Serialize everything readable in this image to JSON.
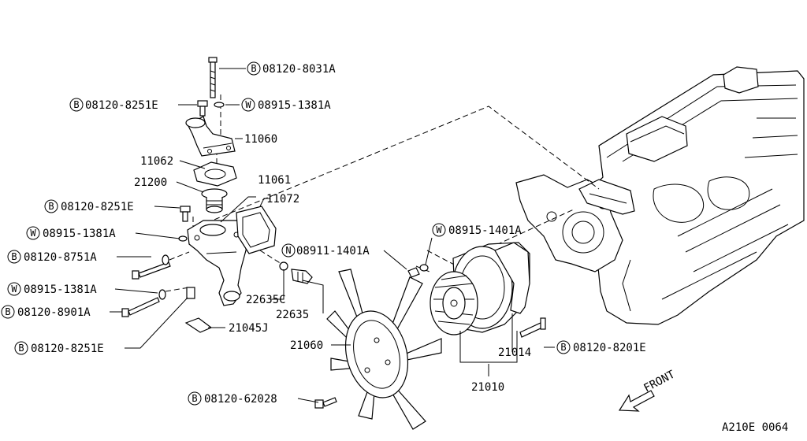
{
  "prefix_letters": {
    "bolt": "B",
    "washer": "W",
    "nut": "N"
  },
  "labels": {
    "p08120_8031A": "08120-8031A",
    "p08120_8251E_top": "08120-8251E",
    "p08915_1381A_top": "08915-1381A",
    "p11060": "11060",
    "p11062": "11062",
    "p21200": "21200",
    "p11061": "11061",
    "p11072": "11072",
    "p08120_8251E_mid": "08120-8251E",
    "p08915_1381A_mid": "08915-1381A",
    "p08120_8751A": "08120-8751A",
    "p08915_1381A_low": "08915-1381A",
    "p08120_8901A": "08120-8901A",
    "p22635C": "22635C",
    "p22635": "22635",
    "p21045J": "21045J",
    "p08120_8251E_low": "08120-8251E",
    "p08911_1401A": "08911-1401A",
    "p08915_1401A": "08915-1401A",
    "p21014": "21014",
    "p08120_8201E": "08120-8201E",
    "p21060": "21060",
    "p21010": "21010",
    "p08120_62028": "08120-62028",
    "front": "FRONT",
    "diagram_code": "A210E 0064"
  }
}
